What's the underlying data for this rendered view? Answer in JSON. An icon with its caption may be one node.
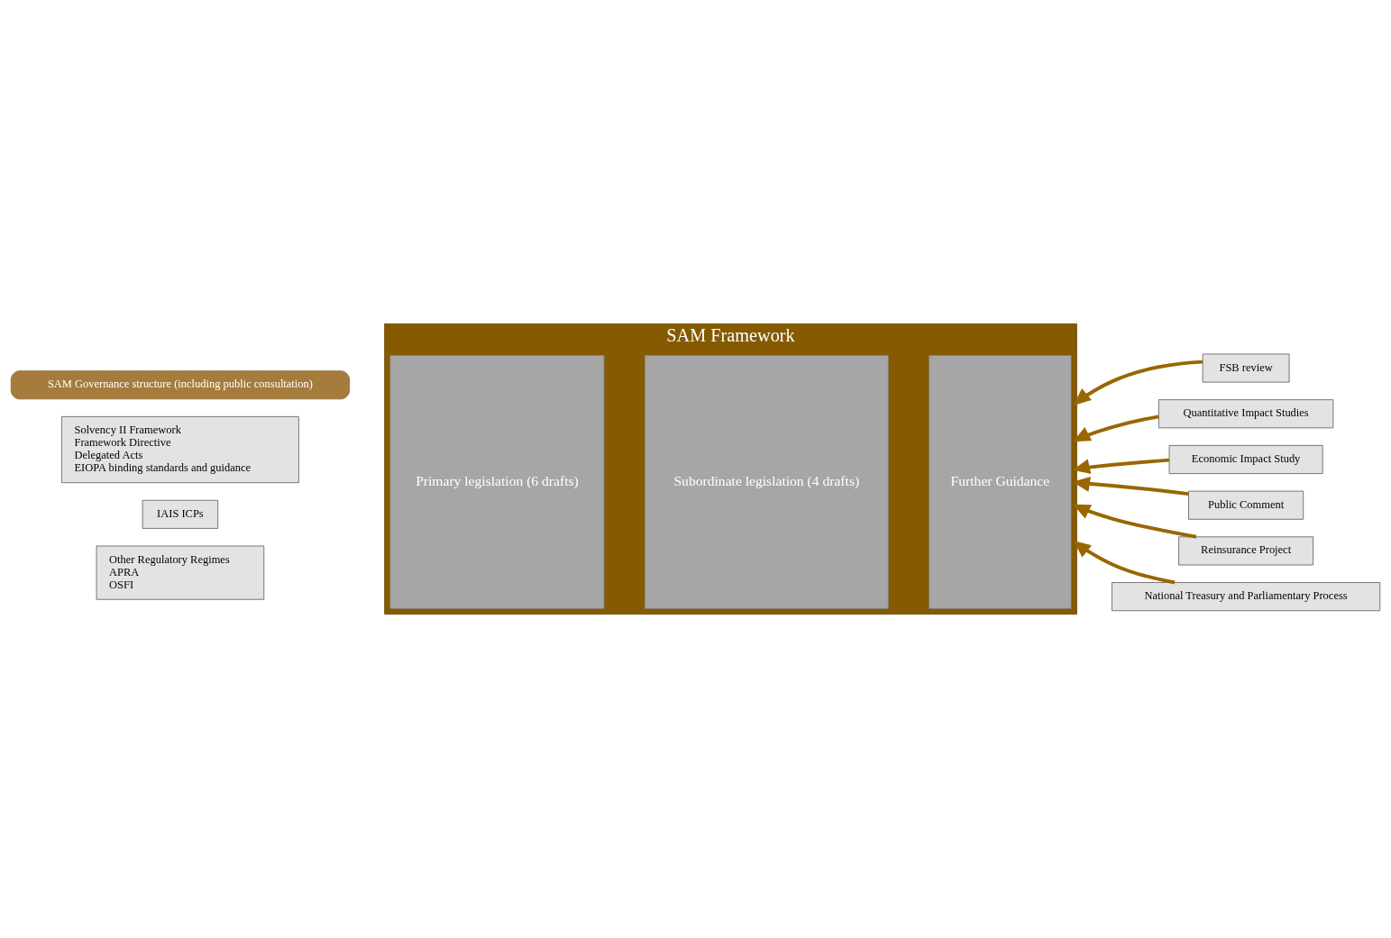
{
  "diagram": {
    "nodes": [
      {
        "text": [
          "SAM Governance structure (including public consultation)"
        ]
      },
      {
        "text": [
          "SAM Framework"
        ]
      },
      {
        "text": [
          "Primary legislation (6 drafts)"
        ],
        "in": 1
      },
      {
        "text": [
          "Subordinate legislation (4 drafts)"
        ],
        "in": 1
      },
      {
        "text": [
          "Further Guidance"
        ],
        "in": 1
      },
      {
        "text": [
          "Solvency II Framework",
          "Framework Directive",
          "Delegated Acts",
          "EIOPA binding standards and guidance"
        ]
      },
      {
        "text": [
          "IAIS ICPs"
        ]
      },
      {
        "text": [
          "Other Regulatory Regimes",
          "APRA",
          "OSFI"
        ]
      },
      {
        "text": [
          "FSB review"
        ]
      },
      {
        "text": [
          "Quantitative Impact Studies"
        ]
      },
      {
        "text": [
          "Economic Impact Study"
        ]
      },
      {
        "text": [
          "Public Comment"
        ]
      },
      {
        "text": [
          "Reinsurance Project"
        ]
      },
      {
        "text": [
          "National Treasury and Parliamentary Process"
        ]
      }
    ],
    "edges": [
      {
        "from": 8,
        "to": 1,
        "arrow": "to"
      },
      {
        "from": 9,
        "to": 1,
        "arrow": "to"
      },
      {
        "from": 10,
        "to": 1,
        "arrow": "to"
      },
      {
        "from": 11,
        "to": 1,
        "arrow": "to"
      },
      {
        "from": 12,
        "to": 1,
        "arrow": "to"
      },
      {
        "from": 13,
        "to": 1,
        "arrow": "to"
      }
    ]
  }
}
